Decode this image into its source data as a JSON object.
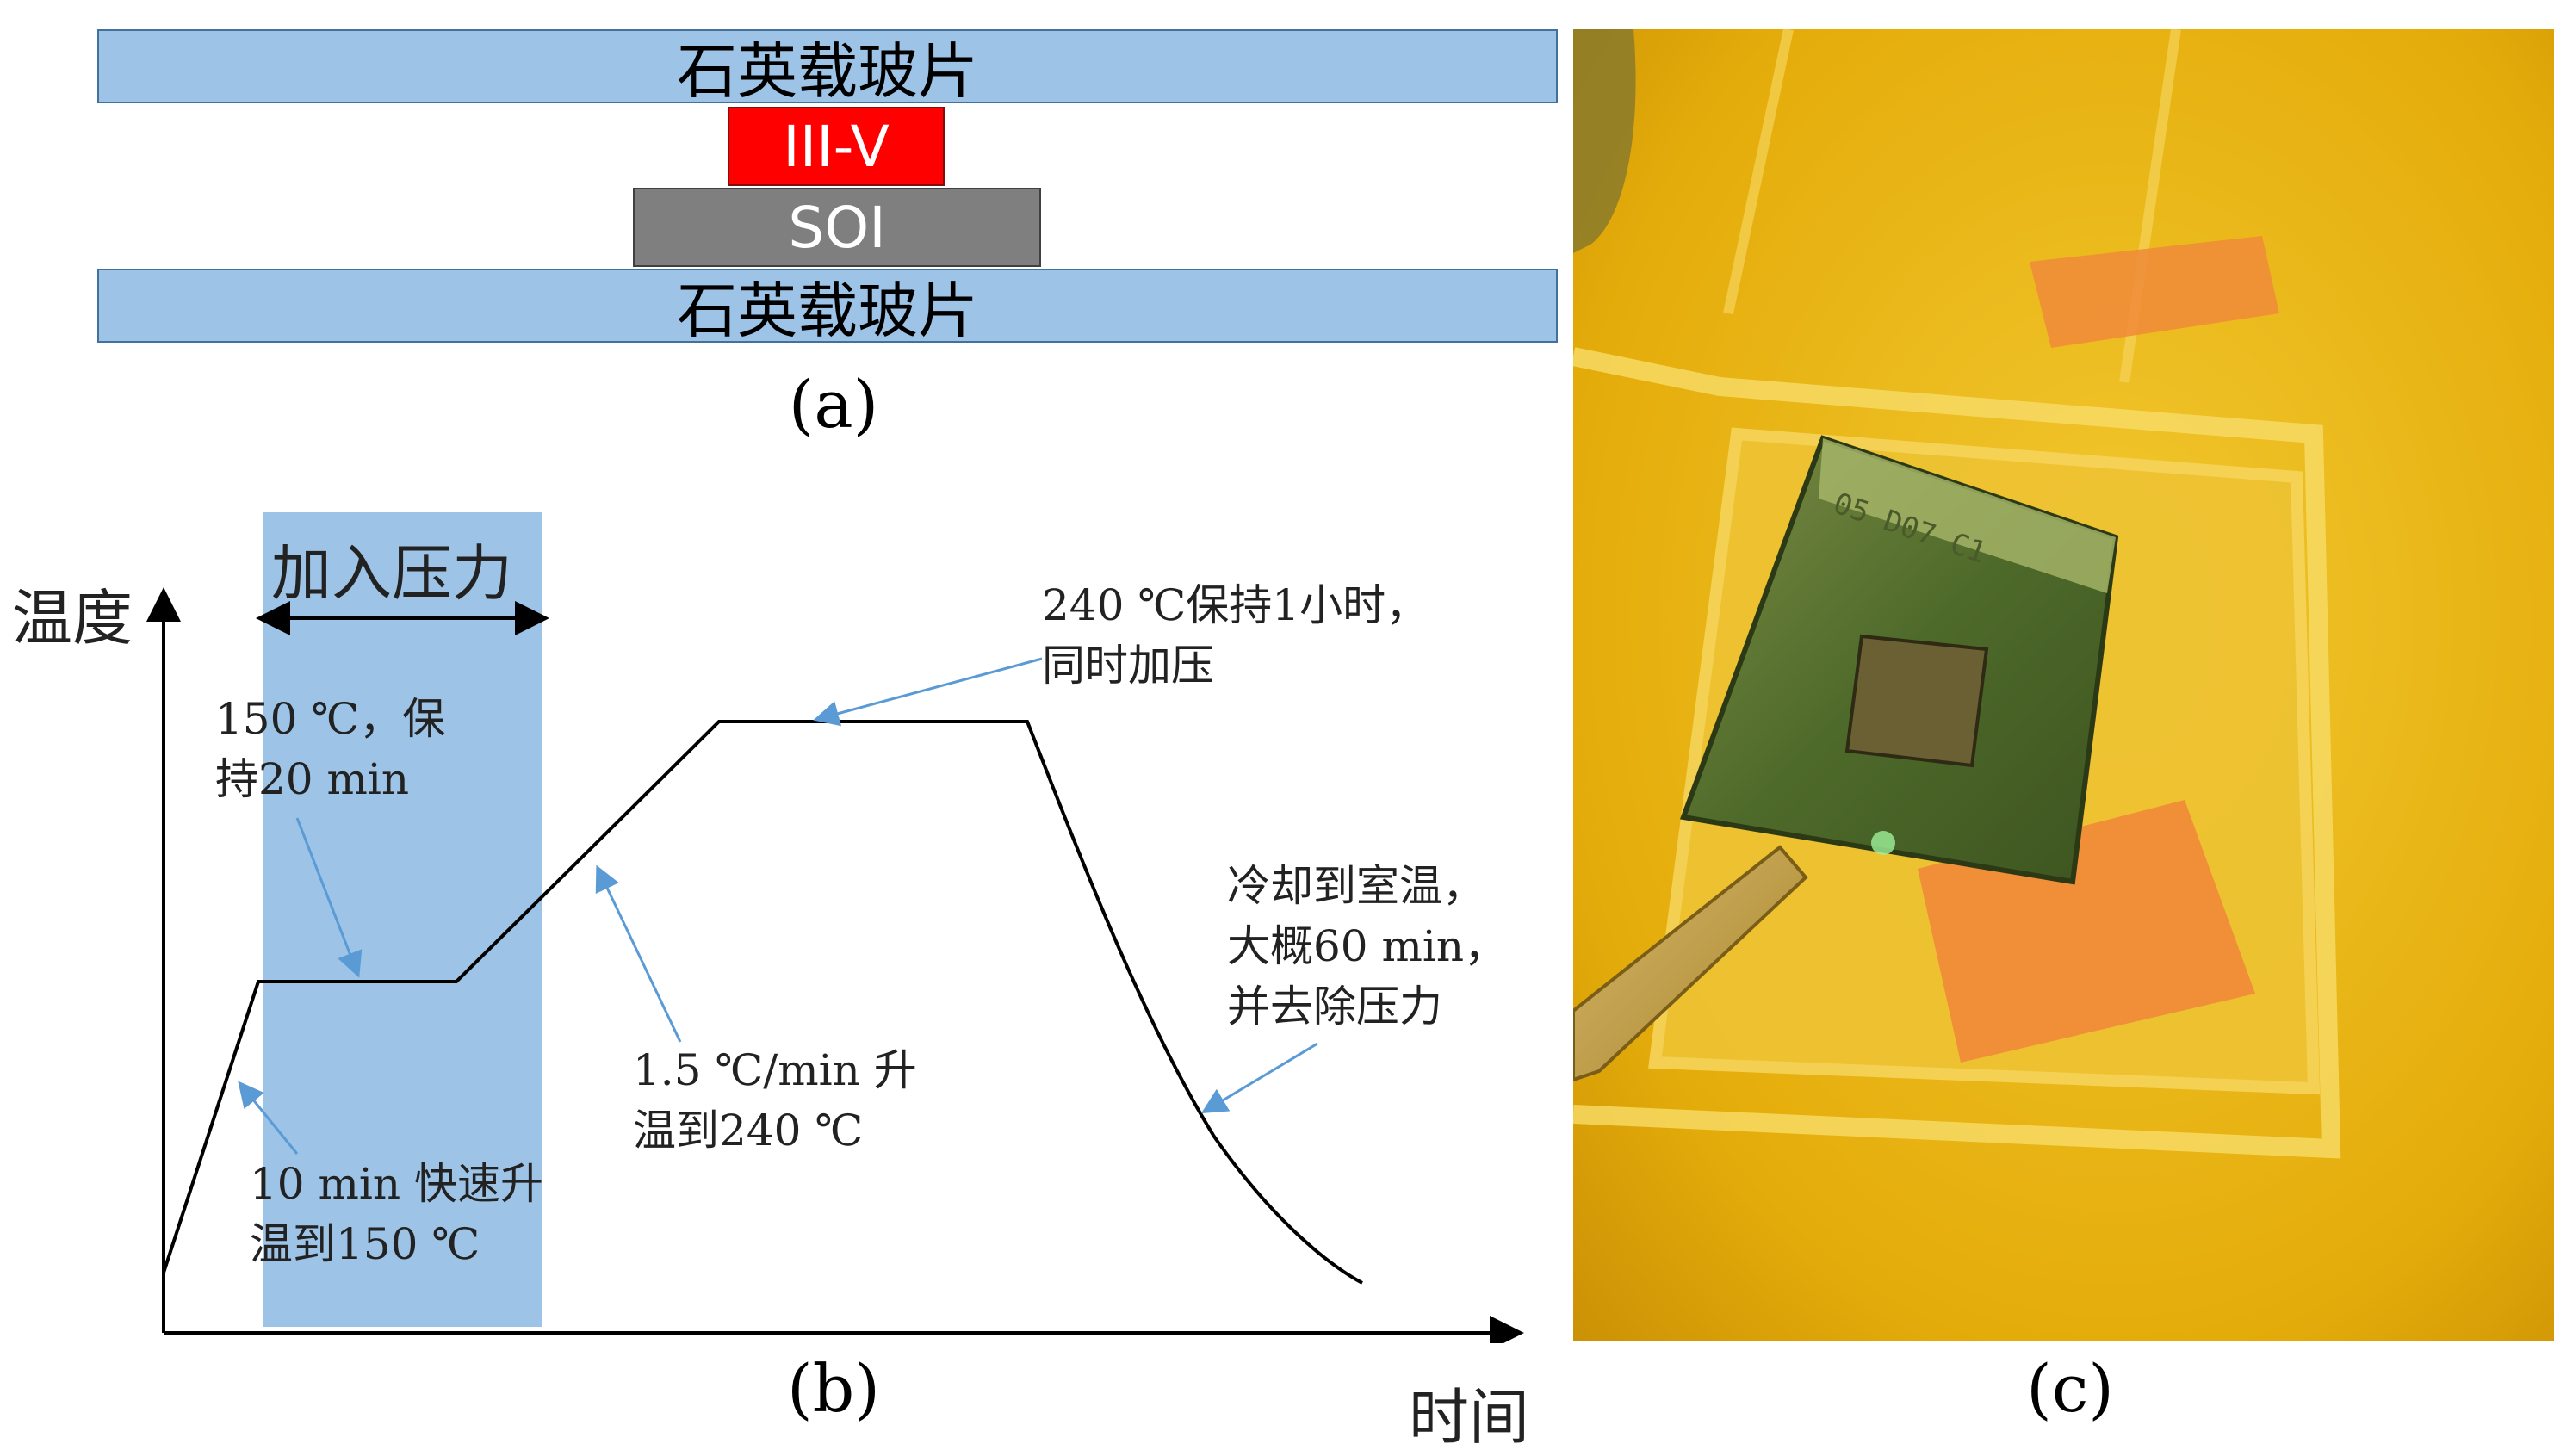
{
  "panel_a": {
    "top_layer": "石英载玻片",
    "iii_v_layer": "III-V",
    "soi_layer": "SOI",
    "bottom_layer": "石英载玻片",
    "caption": "(a)"
  },
  "panel_b": {
    "caption": "(b)",
    "y_axis_label": "温度",
    "x_axis_label": "时间",
    "band_label": "加入压力",
    "annotations": {
      "hold_150": "150 ℃，保\n持20 min",
      "fast_ramp": "10 min 快速升\n温到150 ℃",
      "slow_ramp": "1.5 ℃/min 升\n温到240 ℃",
      "hold_240": "240 ℃保持1小时，\n同时加压",
      "cool_down": "冷却到室温，\n大概60 min，\n并去除压力"
    },
    "colors": {
      "band": "#9dc3e6",
      "curve": "#000000",
      "arrow": "#5b9bd5"
    }
  },
  "chart_data": {
    "type": "line",
    "xlabel": "时间",
    "ylabel": "温度",
    "series": [
      {
        "segments": [
          "fast ramp to 150 ℃",
          "hold 150 ℃ 20 min",
          "ramp 1.5 ℃/min to 240 ℃",
          "hold 240 ℃ 1 h",
          "cool to room temperature ~60 min"
        ]
      }
    ]
  },
  "panel_c": {
    "caption": "(c)",
    "sample_marking": "05 D07 C1",
    "colors": {
      "background": "#e6b40c",
      "tray": "#f2cc3a",
      "sample": "#4f6b2a",
      "tape": "#f08a3a"
    }
  }
}
